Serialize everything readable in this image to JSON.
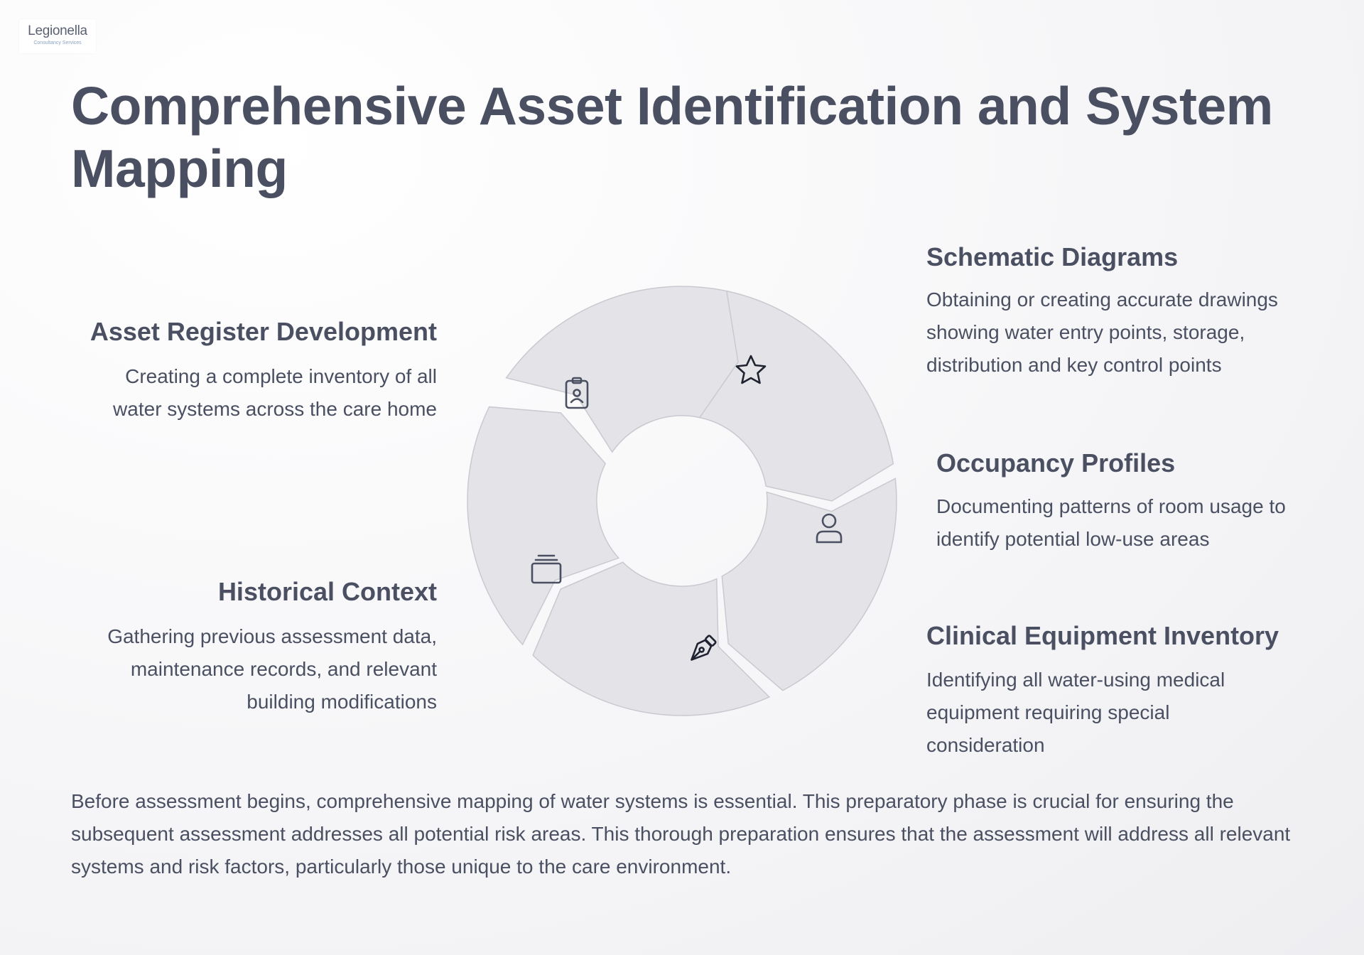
{
  "logo": {
    "name": "Legionella",
    "subtitle": "Consultancy Services"
  },
  "title": "Comprehensive Asset Identification and System Mapping",
  "items": {
    "asset_register": {
      "title": "Asset Register Development",
      "desc": "Creating a complete inventory of all water systems across the care home",
      "icon": "clipboard-badge-icon"
    },
    "schematic": {
      "title": "Schematic Diagrams",
      "desc": "Obtaining or creating accurate drawings showing water entry points, storage, distribution and key control points",
      "icon": "star-icon"
    },
    "occupancy": {
      "title": "Occupancy Profiles",
      "desc": "Documenting patterns of room usage to identify potential low-use areas",
      "icon": "user-icon"
    },
    "clinical": {
      "title": "Clinical Equipment Inventory",
      "desc": "Identifying all water-using medical equipment requiring special consideration",
      "icon": "pen-tool-icon"
    },
    "historical": {
      "title": "Historical Context",
      "desc": "Gathering previous assessment data, maintenance records, and relevant building modifications",
      "icon": "stack-icon"
    }
  },
  "footer": "Before assessment begins, comprehensive mapping of water systems is essential. This preparatory phase is crucial for ensuring the subsequent assessment addresses all potential risk areas. This thorough preparation ensures that the assessment will address all relevant systems and risk factors, particularly those unique to the care environment.",
  "colors": {
    "segment_fill": "#e3e3e8",
    "segment_stroke": "#c9c9d0",
    "text": "#4a5062",
    "logo_accent": "#8aa3c0"
  }
}
